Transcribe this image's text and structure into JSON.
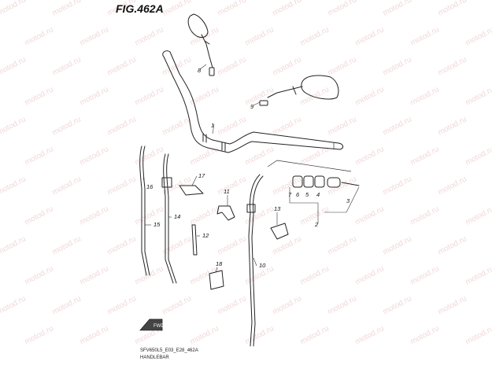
{
  "figure": {
    "title": "FIG.462A",
    "model_code": "SFV650L5_E03_E28_462A",
    "section": "HANDLEBAR"
  },
  "watermark": "motod.ru",
  "callouts": [
    "1",
    "2",
    "3",
    "4",
    "5",
    "6",
    "7",
    "8",
    "9",
    "10",
    "11",
    "12",
    "13",
    "14",
    "15",
    "16",
    "17",
    "18"
  ],
  "direction_badge": "FWD",
  "colors": {
    "line": "#222222",
    "watermark": "#e6b8b8",
    "background": "#ffffff"
  }
}
